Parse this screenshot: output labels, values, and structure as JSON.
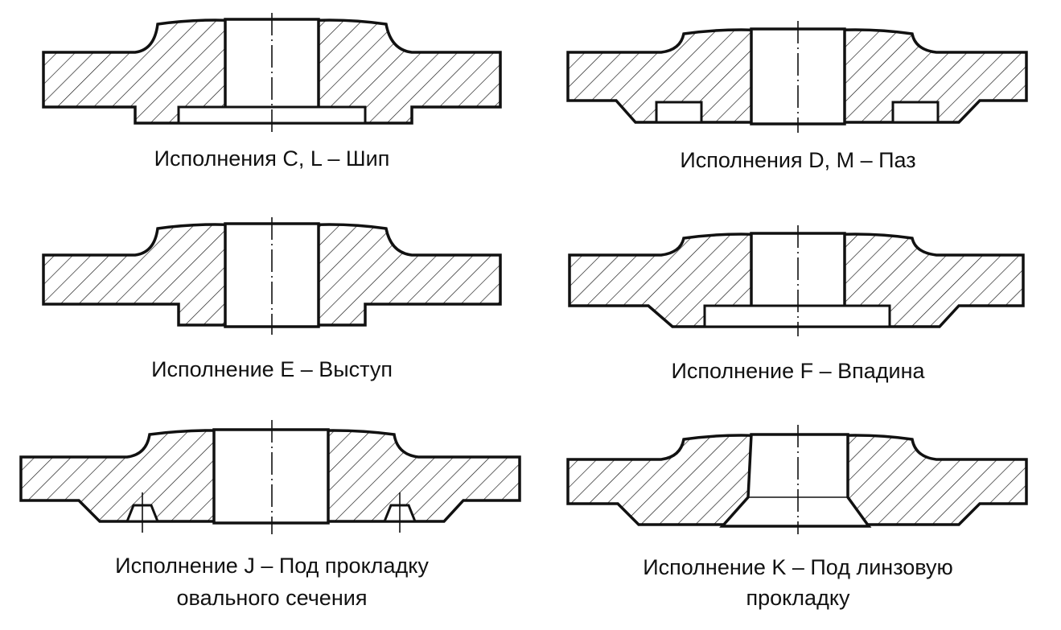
{
  "figures": [
    {
      "id": "C_L",
      "caption_lines": [
        "Исполнения C, L – Шип"
      ]
    },
    {
      "id": "D_M",
      "caption_lines": [
        "Исполнения D, M – Паз"
      ]
    },
    {
      "id": "E",
      "caption_lines": [
        "Исполнение E – Выступ"
      ]
    },
    {
      "id": "F",
      "caption_lines": [
        "Исполнение F – Впадина"
      ]
    },
    {
      "id": "J",
      "caption_lines": [
        "Исполнение J – Под прокладку",
        "овального сечения"
      ]
    },
    {
      "id": "K",
      "caption_lines": [
        "Исполнение K – Под линзовую",
        "прокладку"
      ]
    }
  ],
  "colors": {
    "line": "#111111",
    "background": "#ffffff"
  }
}
